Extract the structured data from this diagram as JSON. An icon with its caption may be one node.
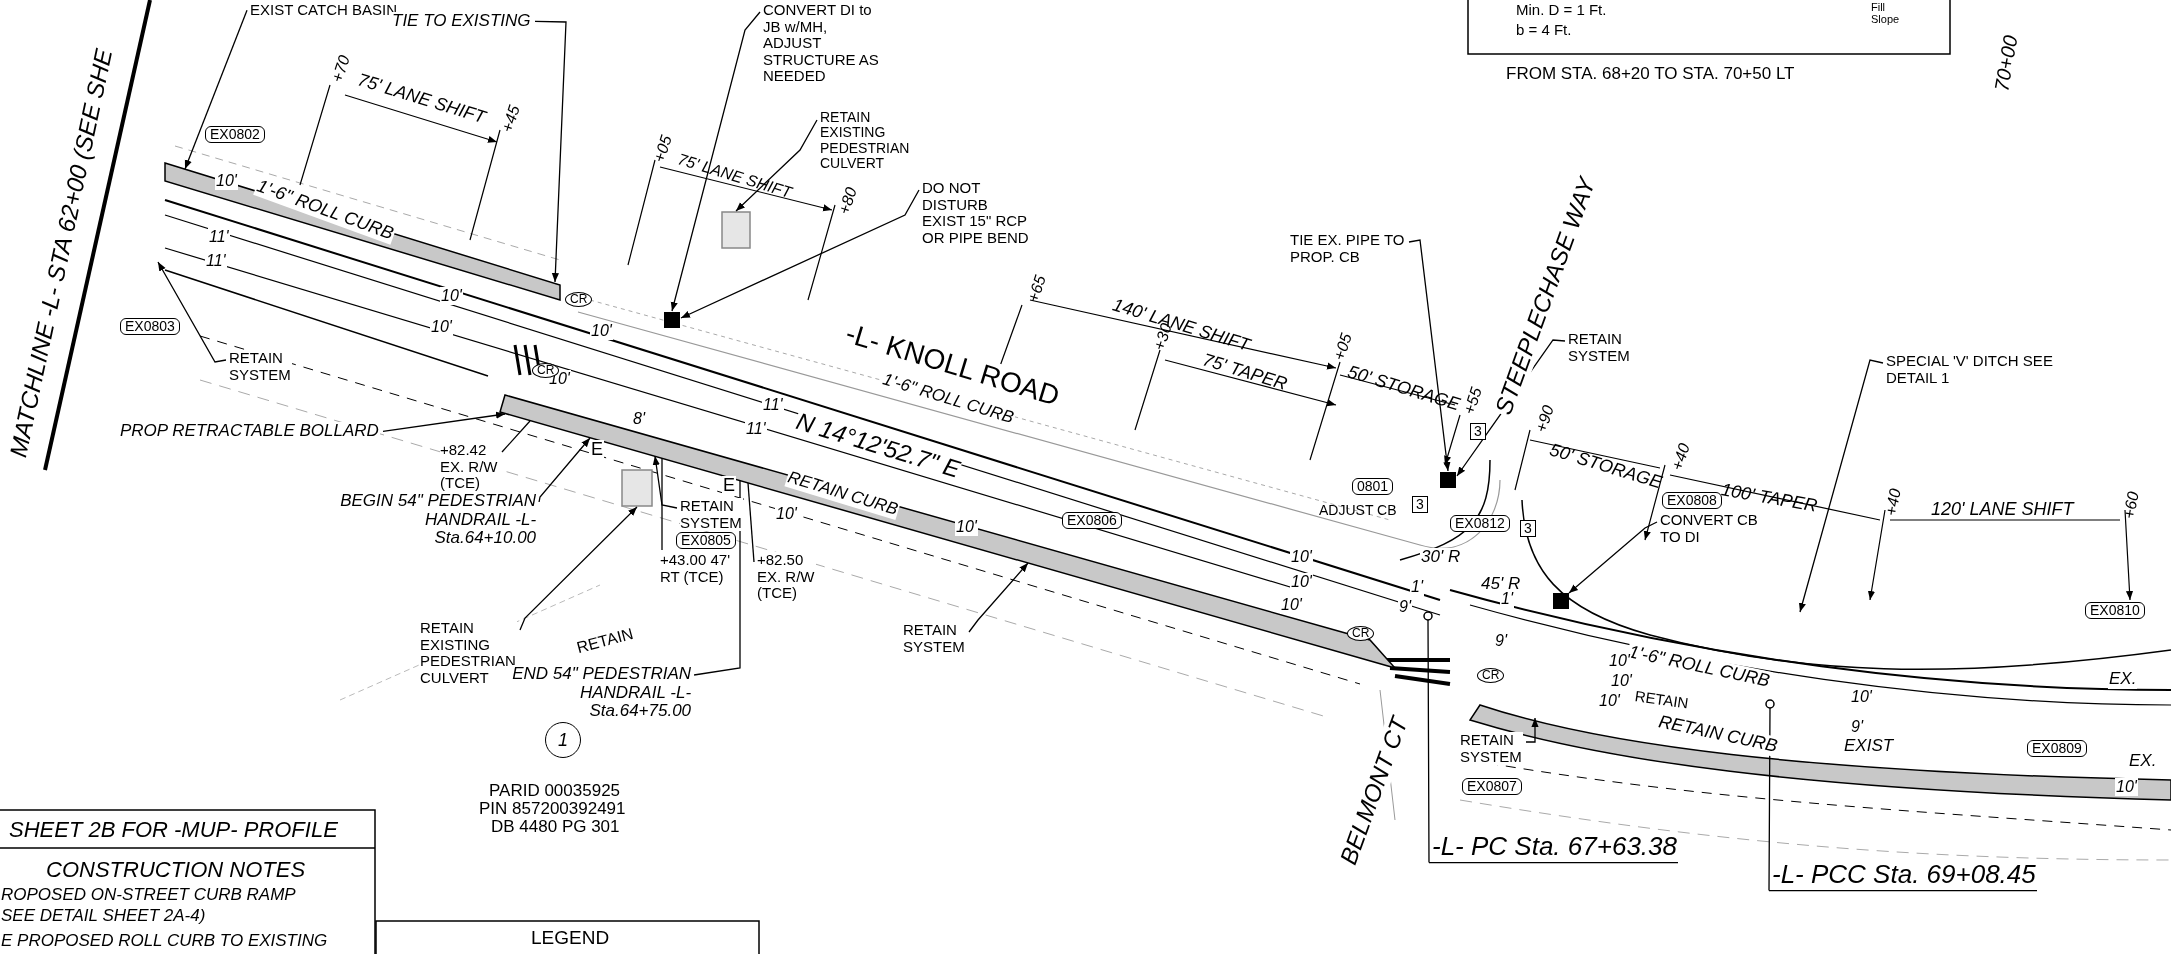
{
  "diagram": {
    "nodes": [
      {
        "text": [
          "EXIST CATCH BASIN"
        ]
      },
      {
        "text": [
          "TIE TO EXISTING"
        ]
      },
      {
        "text": [
          "CONVERT DI to JB w/MH, ADJUST STRUCTURE AS NEEDED"
        ]
      },
      {
        "text": [
          "RETAIN EXISTING PEDESTRIAN CULVERT"
        ]
      },
      {
        "text": [
          "DO NOT DISTURB EXIST 15\" RCP OR PIPE BEND"
        ]
      },
      {
        "text": [
          "TIE EX. PIPE TO PROP. CB"
        ]
      },
      {
        "text": [
          "RETAIN SYSTEM"
        ]
      },
      {
        "text": [
          "SPECIAL 'V' DITCH SEE DETAIL 1"
        ]
      },
      {
        "text": [
          "RETAIN SYSTEM"
        ]
      },
      {
        "text": [
          "PROP RETRACTABLE BOLLARD"
        ]
      },
      {
        "text": [
          "+82.42 EX. R/W (TCE)"
        ]
      },
      {
        "text": [
          "BEGIN 54\" PEDESTRIAN HANDRAIL -L- Sta.64+10.00"
        ]
      },
      {
        "text": [
          "RETAIN SYSTEM"
        ],
        "beside": [
          "EX0805"
        ]
      },
      {
        "text": [
          "+43.00 47' RT (TCE)"
        ]
      },
      {
        "text": [
          "+82.50 EX. R/W (TCE)"
        ]
      },
      {
        "text": [
          "RETAIN EXISTING PEDESTRIAN CULVERT"
        ]
      },
      {
        "text": [
          "END 54\" PEDESTRIAN HANDRAIL -L- Sta.64+75.00"
        ]
      },
      {
        "text": [
          "RETAIN SYSTEM"
        ]
      },
      {
        "text": [
          "CONVERT CB TO DI"
        ],
        "beside": [
          "EX0808"
        ]
      },
      {
        "text": [
          "RETAIN SYSTEM"
        ]
      },
      {
        "text": [
          "-L- PC Sta. 67+63.38"
        ]
      },
      {
        "text": [
          "-L- PCC Sta. 69+08.45"
        ]
      },
      {
        "text": [],
        "shape": "bar"
      },
      {
        "text": [],
        "shape": "bar"
      },
      {
        "text": [],
        "shape": "bar"
      },
      {
        "text": [],
        "shape": "box"
      },
      {
        "text": [],
        "shape": "box"
      },
      {
        "text": [],
        "shape": "box"
      },
      {
        "text": [],
        "shape": "circle"
      },
      {
        "text": [],
        "shape": "circle"
      },
      {
        "text": [],
        "shape": "box"
      },
      {
        "text": [],
        "shape": "box"
      }
    ],
    "edges": [
      {
        "from": 0,
        "to": 22,
        "arrow": "to"
      },
      {
        "from": 1,
        "to": 22,
        "arrow": "to"
      },
      {
        "from": 2,
        "to": 25,
        "arrow": "to"
      },
      {
        "from": 3,
        "to": 30,
        "arrow": "to"
      },
      {
        "from": 4,
        "to": 25,
        "arrow": "to"
      },
      {
        "from": 5,
        "to": 26,
        "arrow": "to"
      },
      {
        "from": 6,
        "to": 26,
        "arrow": "to"
      },
      {
        "from": 7,
        "to": null,
        "arrow": "to"
      },
      {
        "from": 8,
        "to": null,
        "arrow": "to"
      },
      {
        "from": 9,
        "to": 23,
        "arrow": "to"
      },
      {
        "from": 10,
        "to": 23,
        "arrow": "none"
      },
      {
        "from": 11,
        "to": 23,
        "arrow": "to"
      },
      {
        "from": 12,
        "to": 23,
        "arrow": "to"
      },
      {
        "from": 13,
        "to": 23,
        "arrow": "none"
      },
      {
        "from": 14,
        "to": 23,
        "arrow": "none"
      },
      {
        "from": 15,
        "to": 31,
        "arrow": "to"
      },
      {
        "from": 16,
        "to": 23,
        "arrow": "none"
      },
      {
        "from": 17,
        "to": 23,
        "arrow": "to"
      },
      {
        "from": 18,
        "to": 27,
        "arrow": "to"
      },
      {
        "from": 19,
        "to": 24,
        "arrow": "to"
      },
      {
        "from": 20,
        "to": 28,
        "arrow": "none"
      },
      {
        "from": 21,
        "to": 29,
        "arrow": "none"
      }
    ],
    "labels": [
      "MATCHLINE -L- STA 62+00 (SEE SHE",
      "75' LANE SHIFT",
      "+70",
      "+45",
      "EX0802",
      "10'",
      "1'-6\" ROLL CURB",
      "11'",
      "11'",
      "EX0803",
      "CR",
      "10'",
      "10'",
      "10'",
      "10'",
      "CR",
      "+05",
      "75' LANE SHIFT",
      "+80",
      "8'",
      "11'",
      "11'",
      "N 14°12'52.7\" E",
      "1'-6\" ROLL CURB",
      "RETAIN CURB",
      "10'",
      "10'",
      "+65",
      "-L- KNOLL ROAD",
      "140' LANE SHIFT",
      "+30",
      "75' TAPER",
      "+05",
      "50' STORAGE",
      "+55",
      "STEEPLECHASE WAY",
      "EX0806",
      "0801",
      "ADJUST CB",
      "3",
      "3",
      "3",
      "EX0812",
      "30' R",
      "45' R",
      "10'",
      "10'",
      "10'",
      "1'",
      "9'",
      "CR",
      "CR",
      "BELMONT CT",
      "+90",
      "50' STORAGE",
      "+40",
      "100' TAPER",
      "+40",
      "120' LANE SHIFT",
      "+60",
      "1'",
      "9'",
      "1'-6\" ROLL CURB",
      "10'",
      "10'",
      "10'",
      "RETAIN",
      "RETAIN CURB",
      "10'",
      "9'",
      "EXIST",
      "EX.",
      "EX.",
      "EX0809",
      "EX0810",
      "EX0807",
      "10'",
      "E",
      "E",
      "RETAIN",
      "1",
      "PARID 00035925",
      "PIN 857200392491",
      "SHEET 2B FOR -MUP- PROFILE",
      "DB 4480 PG 301",
      "CONSTRUCTION NOTES",
      "ROPOSED ON-STREET CURB RAMP",
      "SEE DETAIL SHEET 2A-4)",
      "E PROPOSED ROLL CURB TO EXISTING",
      "LEGEND",
      "Min. D = 1 Ft.",
      "b = 4 Ft.",
      "Fill Slope",
      "FROM STA. 68+20 TO STA. 70+50 LT",
      "70+00"
    ]
  }
}
